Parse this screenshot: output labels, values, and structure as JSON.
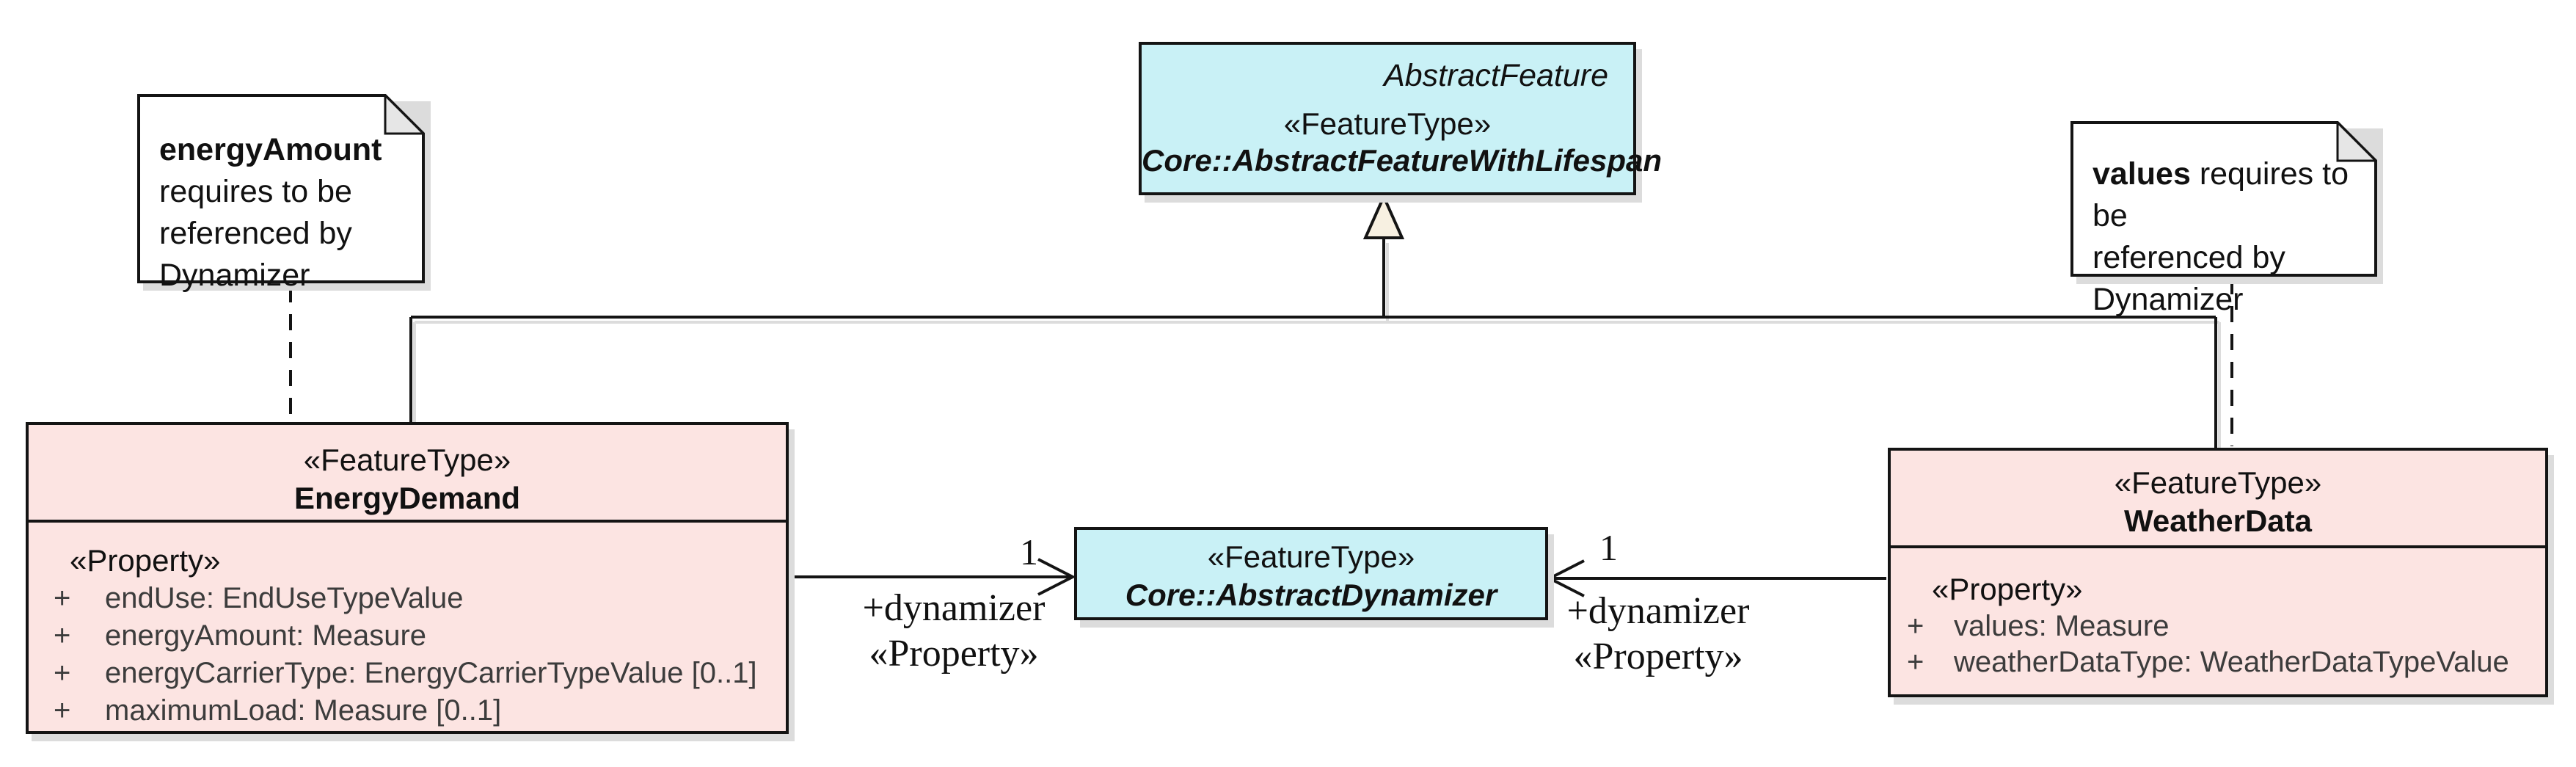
{
  "colors": {
    "class_pink": "#fce4e2",
    "class_cyan": "#c9f1f6",
    "note_white": "#ffffff",
    "fold_gray": "#e6e6e6",
    "triangle_cream": "#f7f0e1",
    "line_black": "#141414",
    "shadow_gray": "#dcdcdc",
    "attr_text": "#3c3c3c"
  },
  "notes": {
    "left": {
      "line1": "energyAmount",
      "line2": "requires to be",
      "line3": "referenced by",
      "line4": "Dynamizer"
    },
    "right": {
      "line1_bold": "values",
      "line1_rest": " requires to be",
      "line2": "referenced by",
      "line3": "Dynamizer"
    }
  },
  "classes": {
    "abstract_feature_with_lifespan": {
      "annotation": "AbstractFeature",
      "stereotype": "«FeatureType»",
      "name": "Core::AbstractFeatureWithLifespan"
    },
    "energy_demand": {
      "stereotype": "«FeatureType»",
      "name": "EnergyDemand",
      "compartment_stereotype": "«Property»",
      "attributes": [
        {
          "vis": "+",
          "text": "endUse: EndUseTypeValue"
        },
        {
          "vis": "+",
          "text": "energyAmount: Measure"
        },
        {
          "vis": "+",
          "text": "energyCarrierType: EnergyCarrierTypeValue [0..1]"
        },
        {
          "vis": "+",
          "text": "maximumLoad: Measure [0..1]"
        }
      ]
    },
    "abstract_dynamizer": {
      "stereotype": "«FeatureType»",
      "name": "Core::AbstractDynamizer"
    },
    "weather_data": {
      "stereotype": "«FeatureType»",
      "name": "WeatherData",
      "compartment_stereotype": "«Property»",
      "attributes": [
        {
          "vis": "+",
          "text": "values: Measure"
        },
        {
          "vis": "+",
          "text": "weatherDataType: WeatherDataTypeValue"
        }
      ]
    }
  },
  "associations": {
    "energy_demand_to_dynamizer": {
      "multiplicity": "1",
      "role_label": "+dynamizer",
      "stereotype_label": "«Property»"
    },
    "weather_data_to_dynamizer": {
      "multiplicity": "1",
      "role_label": "+dynamizer",
      "stereotype_label": "«Property»"
    }
  }
}
